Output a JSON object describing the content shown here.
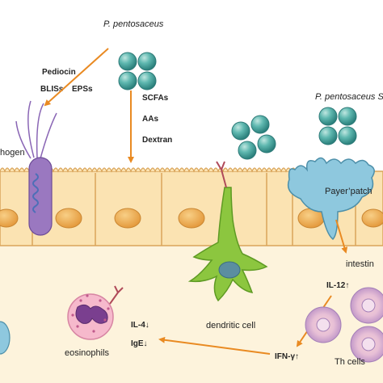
{
  "labels": {
    "bacterium_top": "P. pentosaceus",
    "bacterium_right": "P. pentosaceus S",
    "pediocin": "Pediocin",
    "blis": "BLISs",
    "eps": "EPSs",
    "scfa": "SCFAs",
    "aa": "AAs",
    "dextran": "Dextran",
    "pathogen": "hogen",
    "peyers_patch": "Payer’patch",
    "dendritic_cell": "dendritic cell",
    "intestine": "intestin",
    "il12": "IL-12↑",
    "ifn": "IFN-γ↑",
    "il4": "IL-4↓",
    "ige": "IgE↓",
    "eosinophils": "eosinophils",
    "th_cells": "Th cells"
  },
  "colors": {
    "arrow": "#e98a22",
    "cell_fill": "#fbe3b2",
    "cell_stroke": "#d9a45a",
    "nucleus": "#f0b35a",
    "lamina": "#fdf3dc",
    "cocci": "#3f9c98",
    "dendritic": "#8cc63f",
    "peyer": "#8ec8de",
    "pathogen": "#9a78c0",
    "eosinophil_body": "#f6b9cc",
    "eosinophil_nucleus": "#7a3f8f",
    "th_cell": "#d9b7df"
  }
}
